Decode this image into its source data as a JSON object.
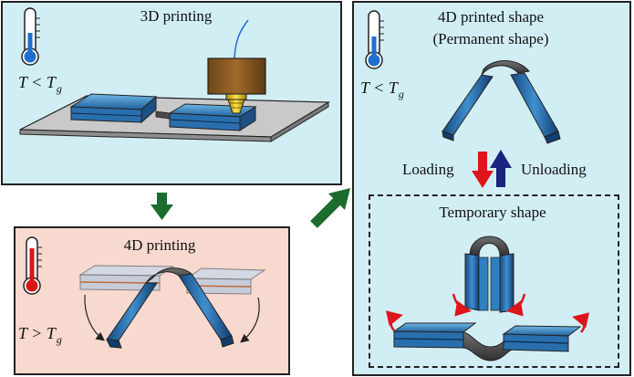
{
  "panels": {
    "printing_3d": {
      "title": "3D printing",
      "condition": "T < T",
      "condition_sub": "g"
    },
    "printing_4d": {
      "title": "4D printing",
      "condition": "T > T",
      "condition_sub": "g"
    },
    "printed_4d_shape": {
      "title_line1": "4D printed shape",
      "title_line2": "(Permanent shape)",
      "condition": "T < T",
      "condition_sub": "g"
    }
  },
  "labels": {
    "loading": "Loading",
    "unloading": "Unloading",
    "temporary_shape": "Temporary shape"
  },
  "colors": {
    "panel_blue": "#d2eef5",
    "panel_pink": "#f8d9cf",
    "arrow_green": "#1d6b2e",
    "arrow_red": "#e0141b",
    "arrow_navy": "#1a237e",
    "print_blue": "#2a6fad"
  }
}
